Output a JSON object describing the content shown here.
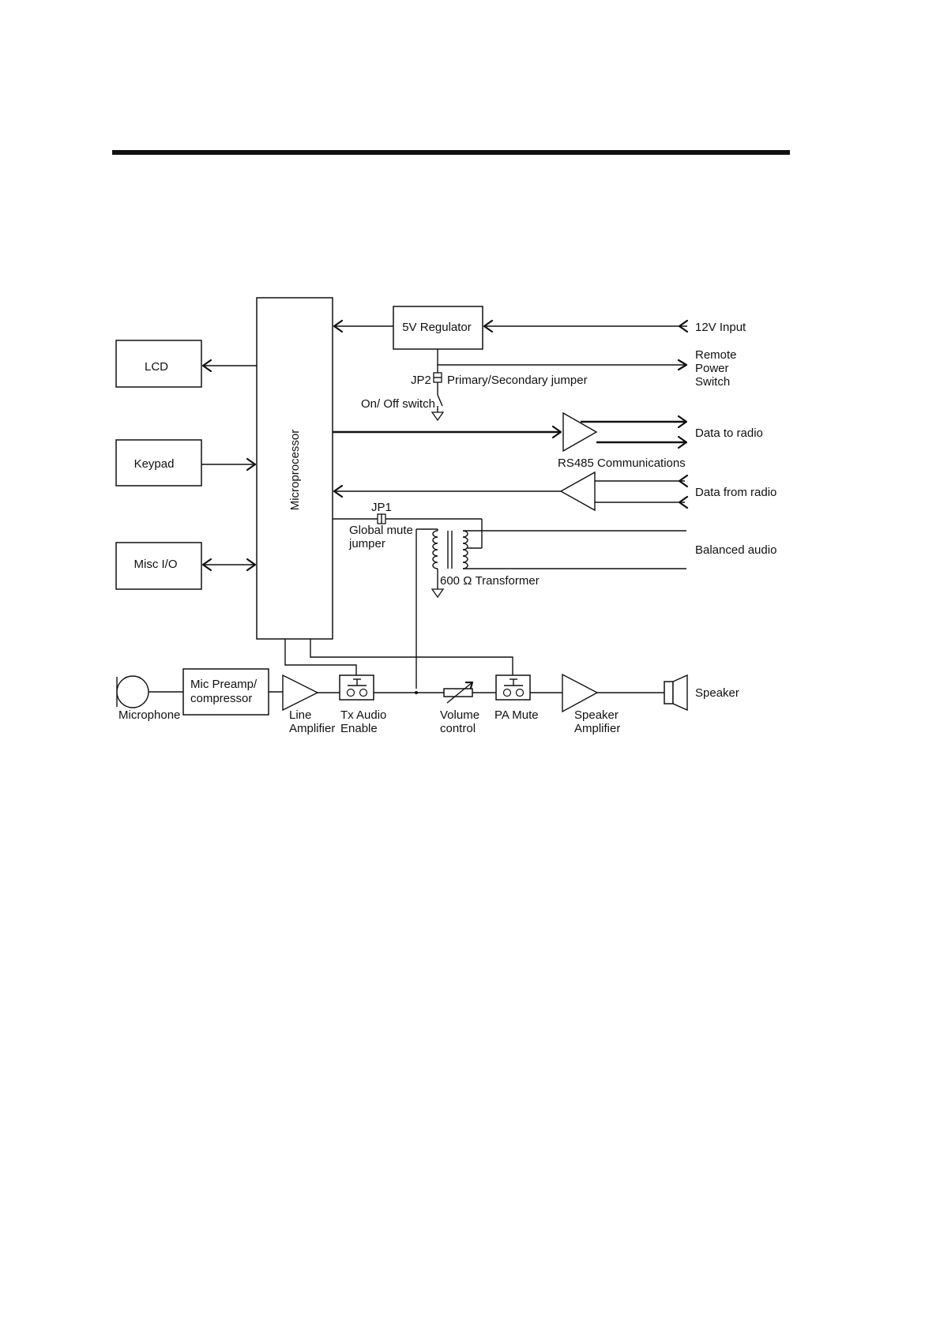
{
  "diagram": {
    "blocks": {
      "microprocessor": "Microprocessor",
      "lcd": "LCD",
      "keypad": "Keypad",
      "misc_io": "Misc I/O",
      "regulator": "5V Regulator",
      "mic_preamp_line1": "Mic Preamp/",
      "mic_preamp_line2": "compressor"
    },
    "labels": {
      "input_12v": "12V Input",
      "remote_power_1": "Remote",
      "remote_power_2": "Power",
      "remote_power_3": "Switch",
      "jp2": "JP2",
      "jp2_desc": "Primary/Secondary jumper",
      "on_off": "On/ Off switch",
      "data_to_radio": "Data to radio",
      "rs485": "RS485 Communications",
      "data_from_radio": "Data from radio",
      "jp1": "JP1",
      "global_mute_1": "Global mute",
      "global_mute_2": "jumper",
      "balanced_audio": "Balanced audio",
      "transformer": "600 Ω Transformer",
      "microphone": "Microphone",
      "line_amp_1": "Line",
      "line_amp_2": "Amplifier",
      "tx_audio_1": "Tx Audio",
      "tx_audio_2": "Enable",
      "volume_1": "Volume",
      "volume_2": "control",
      "pa_mute": "PA Mute",
      "speaker_amp_1": "Speaker",
      "speaker_amp_2": "Amplifier",
      "speaker": "Speaker"
    }
  }
}
